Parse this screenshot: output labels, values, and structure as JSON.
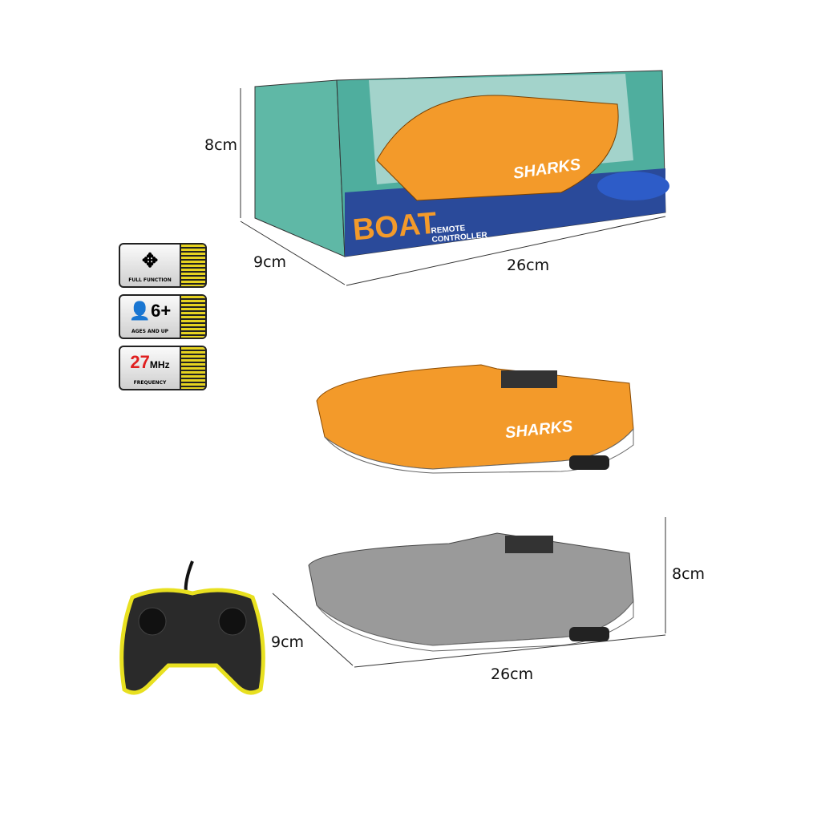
{
  "package": {
    "brand_title": "BOAT",
    "subtitle": "REMOTE CONTROLLER",
    "boat_graphic": "SHARKS",
    "dimensions": {
      "height": "8cm",
      "depth": "9cm",
      "width": "26cm"
    }
  },
  "badges": [
    {
      "icon": "arrows-cross-icon",
      "label": "FULL FUNCTION"
    },
    {
      "icon": "person-icon",
      "value": "6+",
      "label": "AGES AND UP"
    },
    {
      "value": "27",
      "unit": "MHz",
      "label": "FREQUENCY",
      "value_color": "#e02020"
    }
  ],
  "boats": [
    {
      "color": "#f39a2a",
      "graphic": "SHARKS"
    },
    {
      "color": "#9a9a9a"
    }
  ],
  "boat_dimensions": {
    "height": "8cm",
    "depth": "9cm",
    "width": "26cm"
  },
  "colors": {
    "box_teal": "#4fae9e",
    "box_blue": "#2a4a9a",
    "controller_glow": "#e8e020"
  }
}
